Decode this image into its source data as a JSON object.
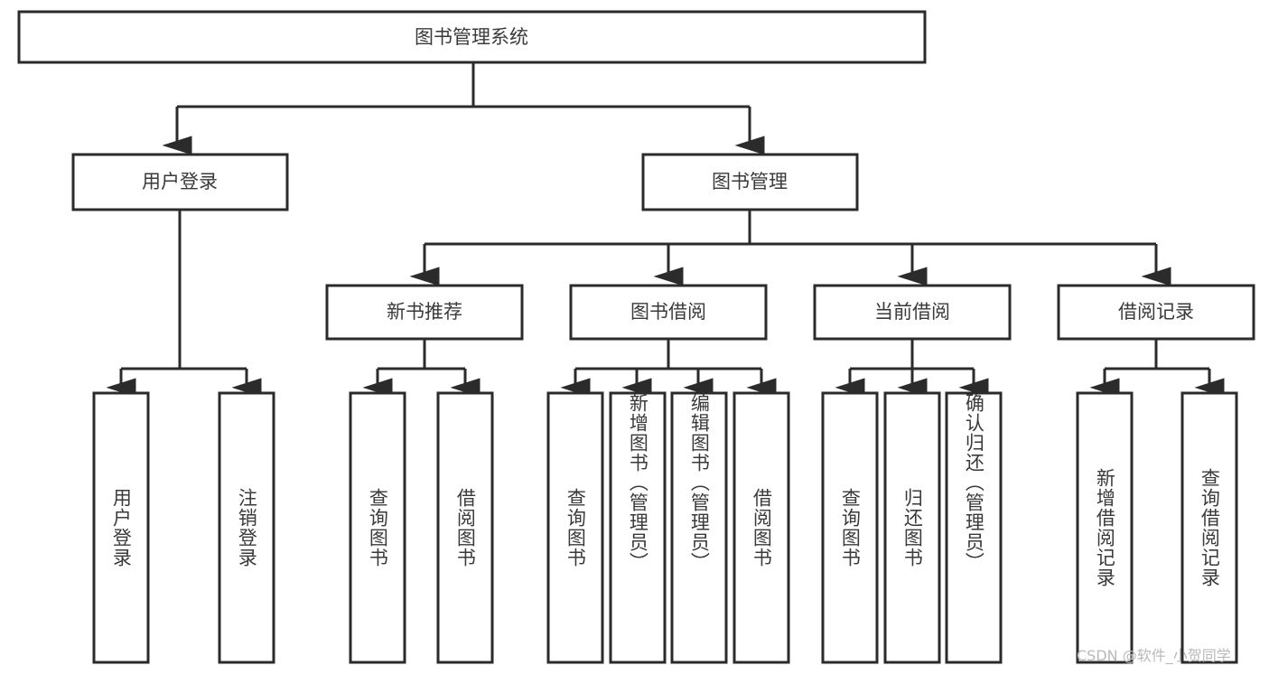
{
  "diagram": {
    "title": "图书管理系统",
    "type": "tree-hierarchy",
    "root": {
      "label": "图书管理系统"
    },
    "level2": [
      {
        "label": "用户登录"
      },
      {
        "label": "图书管理"
      }
    ],
    "level3": [
      {
        "label": "新书推荐"
      },
      {
        "label": "图书借阅"
      },
      {
        "label": "当前借阅"
      },
      {
        "label": "借阅记录"
      }
    ],
    "leaves": {
      "user_login": [
        {
          "label": "用户登录"
        },
        {
          "label": "注销登录"
        }
      ],
      "new_book_recommend": [
        {
          "label": "查询图书"
        },
        {
          "label": "借阅图书"
        }
      ],
      "book_borrow": [
        {
          "label": "查询图书"
        },
        {
          "label": "新增图书（管理员）"
        },
        {
          "label": "编辑图书（管理员）"
        },
        {
          "label": "借阅图书"
        }
      ],
      "current_borrow": [
        {
          "label": "查询图书"
        },
        {
          "label": "归还图书"
        },
        {
          "label": "确认归还（管理员）"
        }
      ],
      "borrow_record": [
        {
          "label": "新增借阅记录"
        },
        {
          "label": "查询借阅记录"
        }
      ]
    }
  },
  "watermark": {
    "text": "CSDN @软件_小贺同学"
  },
  "colors": {
    "stroke": "#2b2b2b",
    "text": "#3a3a3a",
    "background": "#ffffff",
    "watermark": "#b9b9b9"
  }
}
